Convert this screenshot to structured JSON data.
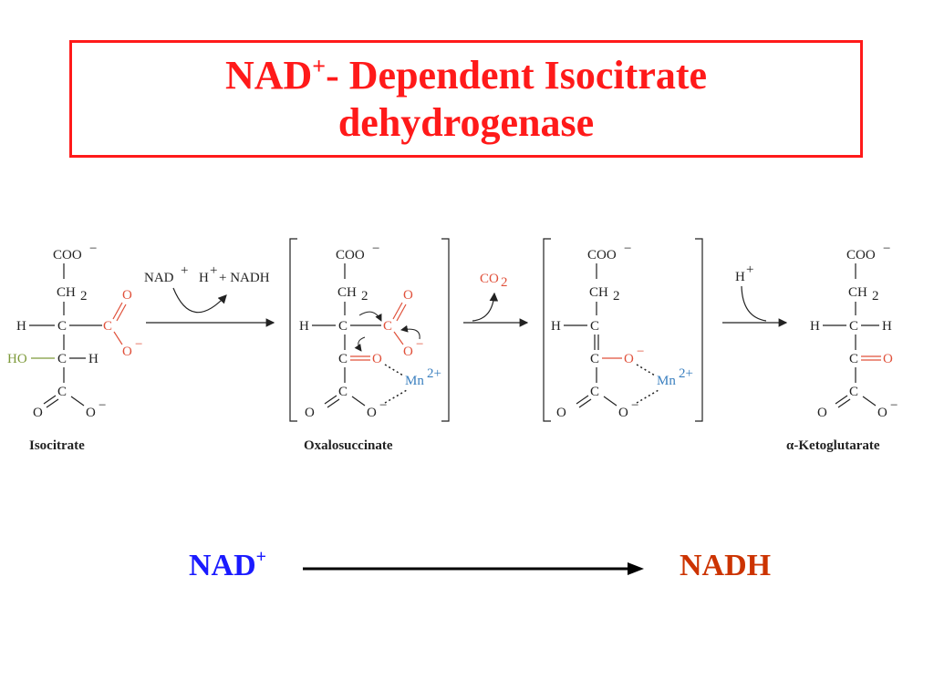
{
  "title": {
    "prefix": "NAD",
    "superscript": "+",
    "line1_rest": "- Dependent Isocitrate",
    "line2": "dehydrogenase",
    "color": "#ff1a1a"
  },
  "scheme": {
    "compounds": {
      "isocitrate": "Isocitrate",
      "oxalosuccinate": "Oxalosuccinate",
      "ketoglutarate": "α-Ketoglutarate"
    },
    "groups": {
      "coo": "COO",
      "ch2": "CH",
      "two": "2",
      "minus": "−",
      "h": "H",
      "c": "C",
      "o": "O",
      "ho": "HO",
      "mn": "Mn",
      "mn_charge": "2+"
    },
    "reagents": {
      "nad": "NAD",
      "plus": "+",
      "h_plus_nadh_h": "H",
      "h_plus_nadh_plus": "+",
      "nadh": "+ NADH",
      "co2": "CO",
      "co2_sub": "2",
      "h_step3": "H",
      "h_step3_plus": "+"
    },
    "colors": {
      "red": "#e0503a",
      "green": "#7d9a3a",
      "blue": "#3a7fbf"
    }
  },
  "bottom": {
    "left_label": "NAD",
    "left_superscript": "+",
    "left_color": "#1a1aff",
    "right_label": "NADH",
    "right_color": "#cc3300"
  }
}
